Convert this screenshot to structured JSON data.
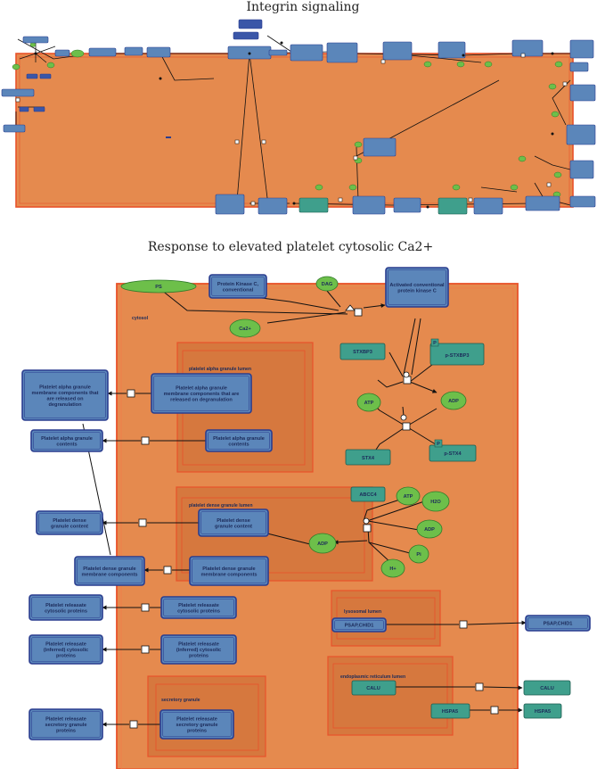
{
  "titles": {
    "top": "Integrin signaling",
    "bottom": "Response to elevated platelet cytosolic Ca2+"
  },
  "colors": {
    "compartment_fill": "#e58a4e",
    "compartment_stroke": "#e8522a",
    "inner_fill": "#d6783e",
    "complex_fill": "#5b86ba",
    "complex_stroke": "#2a3d8f",
    "protein_fill": "#3f9f8c",
    "protein_stroke": "#1c5b4f",
    "small_molecule_fill": "#6dbf4a",
    "small_molecule_stroke": "#2f7a2a",
    "edge": "#111111"
  },
  "bottom_diagram": {
    "compartments": {
      "cytosol": "cytosol",
      "alpha_lumen": "platelet alpha granule lumen",
      "dense_lumen": "platelet dense granule lumen",
      "secretory": "secretory granule",
      "lysosomal": "lysosomal lumen",
      "er": "endoplasmic reticulum lumen"
    },
    "nodes": {
      "ps": "PS",
      "pkc": "Protein Kinase C, conventional",
      "dag": "DAG",
      "ca": "Ca2+",
      "act_pkc": "Activated conventional protein kinase C",
      "stxbp3": "STXBP3",
      "p_badge": "P",
      "p_stxbp3": "p-STXBP3",
      "atp1": "ATP",
      "adp1": "ADP",
      "stx4": "STX4",
      "p_stx4": "p-STX4",
      "alpha_mem_in": "Platelet alpha granule membrane components that are released on degranulation",
      "alpha_mem_out": "Platelet alpha granule membrane components that are released on degranulation",
      "alpha_cont_in": "Platelet alpha granule contents",
      "alpha_cont_out": "Platelet alpha granule contents",
      "abcc4": "ABCC4",
      "atp2": "ATP",
      "h2o": "H2O",
      "adp2": "ADP",
      "adp3": "ADP",
      "pi": "Pi",
      "hplus": "H+",
      "dense_cont_in": "Platelet dense granule content",
      "dense_cont_out": "Platelet dense granule content",
      "dense_mem_in": "Platelet dense granule membrane components",
      "dense_mem_out": "Platelet dense granule membrane components",
      "cyto_in": "Platelet releasate cytosolic proteins",
      "cyto_out": "Platelet releasate cytosolic proteins",
      "inferred_in": "Platelet releasate (inferred) cytosolic proteins",
      "inferred_out": "Platelet releasate (inferred) cytosolic proteins",
      "secretory_in": "Platelet releasate secretory granule proteins",
      "secretory_out": "Platelet releasate secretory granule proteins",
      "psap_in": "PSAP,CHID1",
      "psap_out": "PSAP,CHID1",
      "calu_in": "CALU",
      "calu_out": "CALU",
      "hsp_in": "HSPA5",
      "hsp_out": "HSPA5"
    }
  }
}
